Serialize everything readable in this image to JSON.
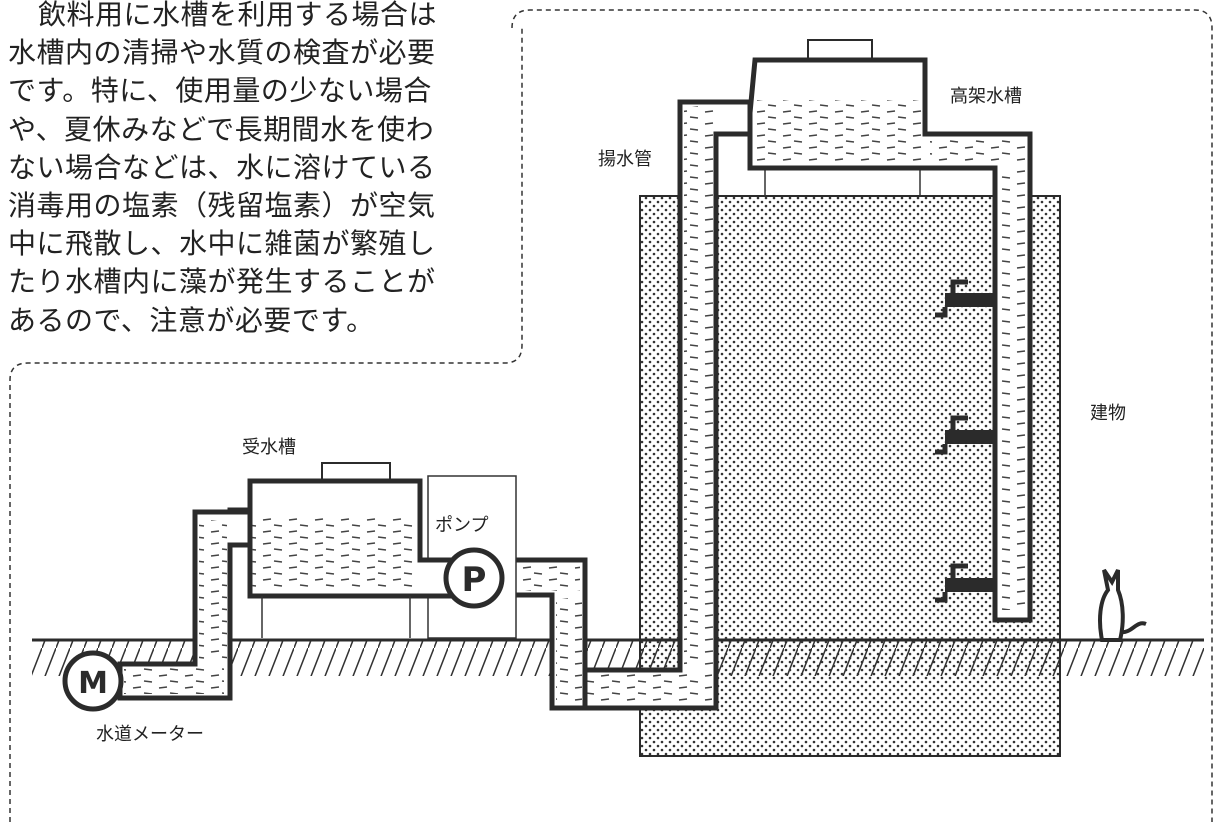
{
  "explanation": {
    "lines": [
      "飲料用に水槽を利用する場合は",
      "水槽内の清掃や水質の検査が必要",
      "です。特に、使用量の少ない場合",
      "や、夏休みなどで長期間水を使わ",
      "ない場合などは、水に溶けている",
      "消毒用の塩素（残留塩素）が空気",
      "中に飛散し、水中に雑菌が繁殖し",
      "たり水槽内に藻が発生することが",
      "あるので、注意が必要です。"
    ]
  },
  "labels": {
    "elevated_tank": "高架水槽",
    "riser_pipe": "揚水管",
    "building": "建物",
    "receiving_tank": "受水槽",
    "pump": "ポンプ",
    "meter": "水道メーター"
  },
  "symbols": {
    "pump": "P",
    "meter": "M"
  },
  "colors": {
    "ink": "#2b2b2b",
    "water": "#f4f4f4",
    "paper": "#ffffff"
  }
}
